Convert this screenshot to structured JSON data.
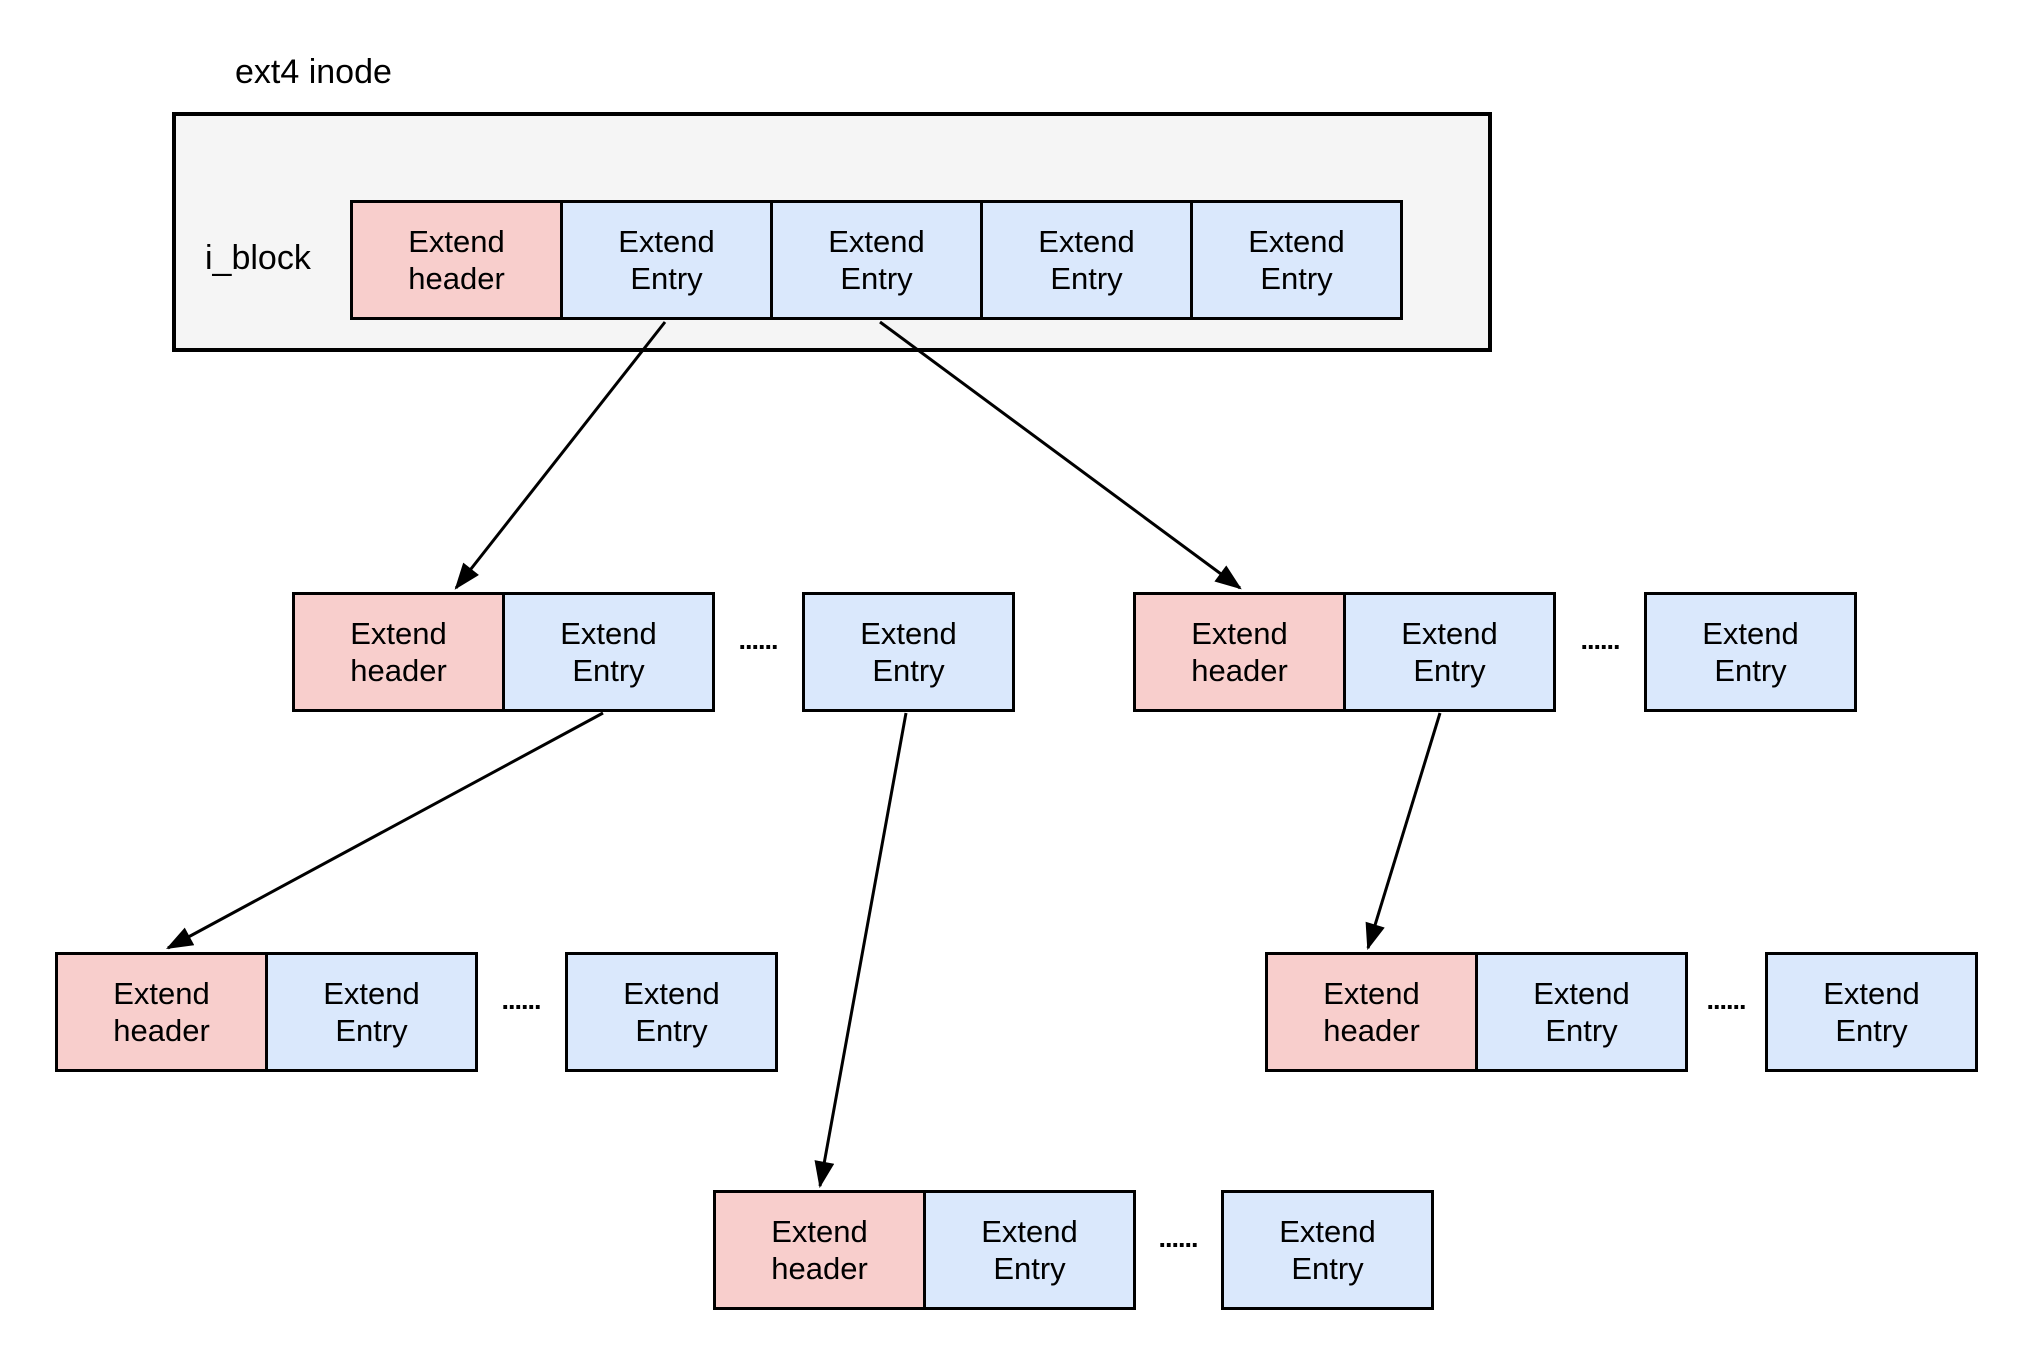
{
  "inode": {
    "title": "ext4 inode",
    "block_label": "i_block",
    "cells": [
      "Extend header",
      "Extend Entry",
      "Extend Entry",
      "Extend Entry",
      "Extend Entry"
    ]
  },
  "block_labels": {
    "header": "Extend header",
    "entry": "Extend Entry",
    "ellipsis": "......"
  },
  "colors": {
    "header_fill": "#f8cecc",
    "entry_fill": "#dae8fc",
    "inode_fill": "#f5f5f5",
    "border": "#000000",
    "background": "#ffffff"
  },
  "arrows": [
    {
      "from": "inode-extent-entry-1",
      "to": "level1-left-extent-header"
    },
    {
      "from": "inode-extent-entry-2",
      "to": "level1-right-extent-header"
    },
    {
      "from": "level1-left-extent-entry",
      "to": "level2-left-extent-header"
    },
    {
      "from": "level1-left-extra-extent-entry",
      "to": "level3-extent-header"
    },
    {
      "from": "level1-right-extent-entry",
      "to": "level2-right-extent-header"
    }
  ]
}
